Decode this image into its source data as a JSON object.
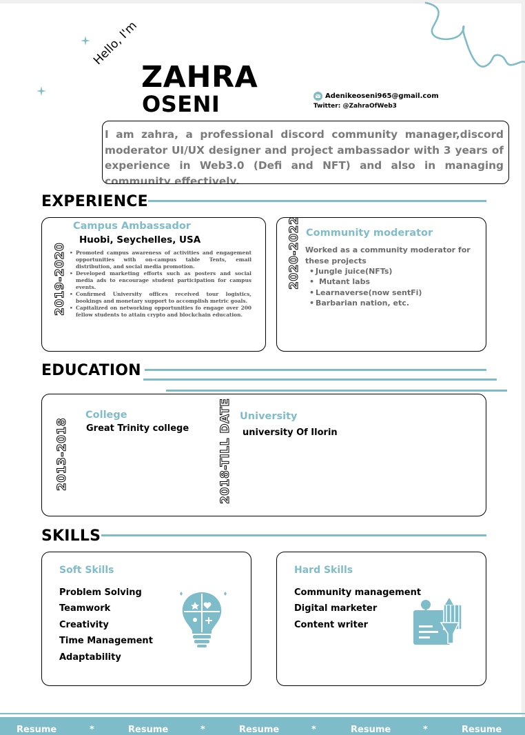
{
  "header": {
    "greeting": "Hello, I'm",
    "first_name": "ZAHRA",
    "last_name": "OSENI",
    "email": "Adenikeoseni965@gmail.com",
    "twitter_label": "Twitter:",
    "twitter_handle": "@ZahraOfWeb3",
    "summary": "I am zahra, a professional discord community manager,discord moderator UI/UX designer and project ambassador with 3 years of experience in Web3.0 (Defi and NFT) and also in managing community effectively."
  },
  "experience": {
    "title": "EXPERIENCE",
    "jobs": [
      {
        "years": "2019-2020",
        "role": "Campus Ambassador",
        "company": "Huobi, Seychelles, USA",
        "bullets": [
          "Promoted campus awareness of activities and engagement opportunities with on-campus table Tents, email distribution, and social media promotion.",
          "Developed marketing efforts such as posters and social media ads to encourage student participation for campus events.",
          "Confirmed University offices received tour logistics, bookings and monetary support to accomplish metric goals.",
          "Capitalized on networking opportunities fo engage over 200 fellow students to attain crypto and blockchain education."
        ]
      },
      {
        "years": "2020-2022",
        "role": "Community moderator",
        "intro": "Worked as a community moderator for these projects",
        "projects": [
          "Jungle juice(NFTs)",
          "Mutant labs",
          "Learnaverse(now sentFi)",
          "Barbarian nation, etc."
        ]
      }
    ]
  },
  "education": {
    "title": "EDUCATION",
    "entries": [
      {
        "years": "2013-2018",
        "level": "College",
        "school": "Great Trinity college"
      },
      {
        "years": "2018-TILL DATE",
        "level": "University",
        "school": "university Of Ilorin"
      }
    ]
  },
  "skills": {
    "title": "SKILLS",
    "soft_title": "Soft Skills",
    "soft": [
      "Problem Solving",
      "Teamwork",
      "Creativity",
      "Time Management",
      "Adaptability"
    ],
    "hard_title": "Hard Skills",
    "hard": [
      "Community management",
      "Digital marketer",
      "Content writer"
    ]
  },
  "footer": {
    "items": [
      "Resume",
      "Resume",
      "Resume",
      "Resume",
      "Resume"
    ],
    "separator": "*"
  },
  "colors": {
    "accent": "#7fbcc9",
    "text": "#000000",
    "muted": "#555555"
  },
  "icons": [
    "sparkle-icon",
    "squiggle-icon",
    "email-icon",
    "lightbulb-puzzle-icon",
    "tools-board-icon"
  ]
}
